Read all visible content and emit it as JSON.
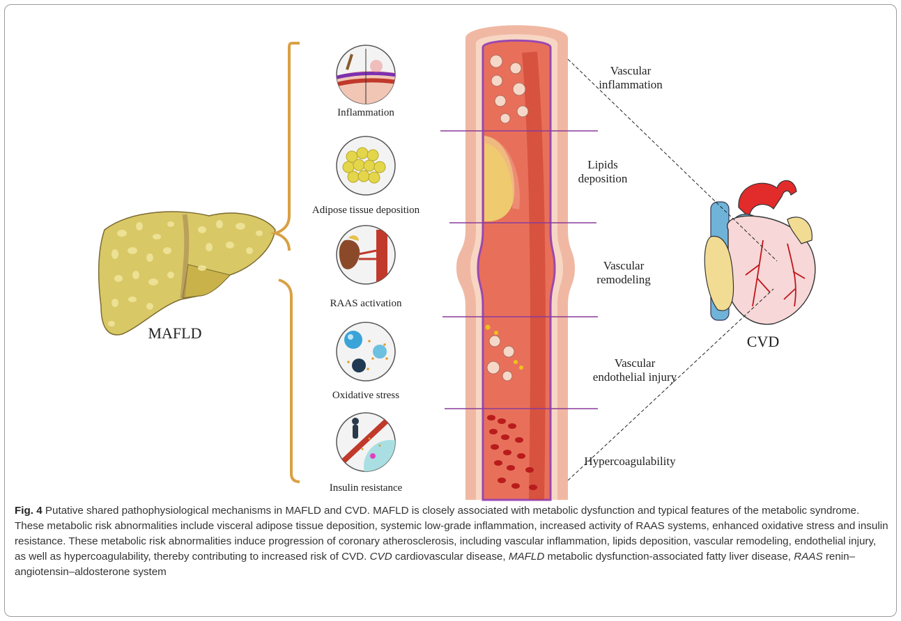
{
  "figure": {
    "left_labels": {
      "liver": "MAFLD",
      "heart": "CVD"
    },
    "mechanisms": [
      {
        "id": "inflammation",
        "label": "Inflammation"
      },
      {
        "id": "adipose",
        "label": "Adipose tissue deposition"
      },
      {
        "id": "raas",
        "label": "RAAS activation"
      },
      {
        "id": "oxidative",
        "label": "Oxidative stress"
      },
      {
        "id": "insulin",
        "label": "Insulin resistance"
      }
    ],
    "vessel_segments": [
      {
        "id": "vascular-inflammation",
        "line1": "Vascular",
        "line2": "inflammation"
      },
      {
        "id": "lipids-deposition",
        "line1": "Lipids",
        "line2": "deposition"
      },
      {
        "id": "vascular-remodeling",
        "line1": "Vascular",
        "line2": "remodeling"
      },
      {
        "id": "endothelial-injury",
        "line1": "Vascular",
        "line2": "endothelial injury"
      },
      {
        "id": "hypercoagulability",
        "line1": "Hypercoagulability",
        "line2": ""
      }
    ],
    "colors": {
      "bracket": "#d9a043",
      "liver": "#d8c862",
      "vessel_outer": "#f0b8a3",
      "lumen": "#e8705a",
      "divider": "#8a3a9a"
    }
  },
  "caption": {
    "fig_no": "Fig. 4",
    "part1": " Putative shared pathophysiological mechanisms in MAFLD and CVD. MAFLD is closely associated with metabolic dysfunction and typical features of the metabolic syndrome. These metabolic risk abnormalities include visceral adipose tissue deposition, systemic low-grade inflammation, increased activity of RAAS systems, enhanced oxidative stress and insulin resistance. These metabolic risk abnormalities induce progression of coronary atherosclerosis, including vascular inflammation, lipids deposition, vascular remodeling, endothelial injury, as well as hypercoagulability, thereby contributing to increased risk of CVD. ",
    "abbr1": "CVD",
    "def1": " cardiovascular disease, ",
    "abbr2": "MAFLD",
    "def2": " metabolic dysfunction-associated fatty liver disease, ",
    "abbr3": "RAAS",
    "def3": " renin–angiotensin–aldosterone system"
  }
}
